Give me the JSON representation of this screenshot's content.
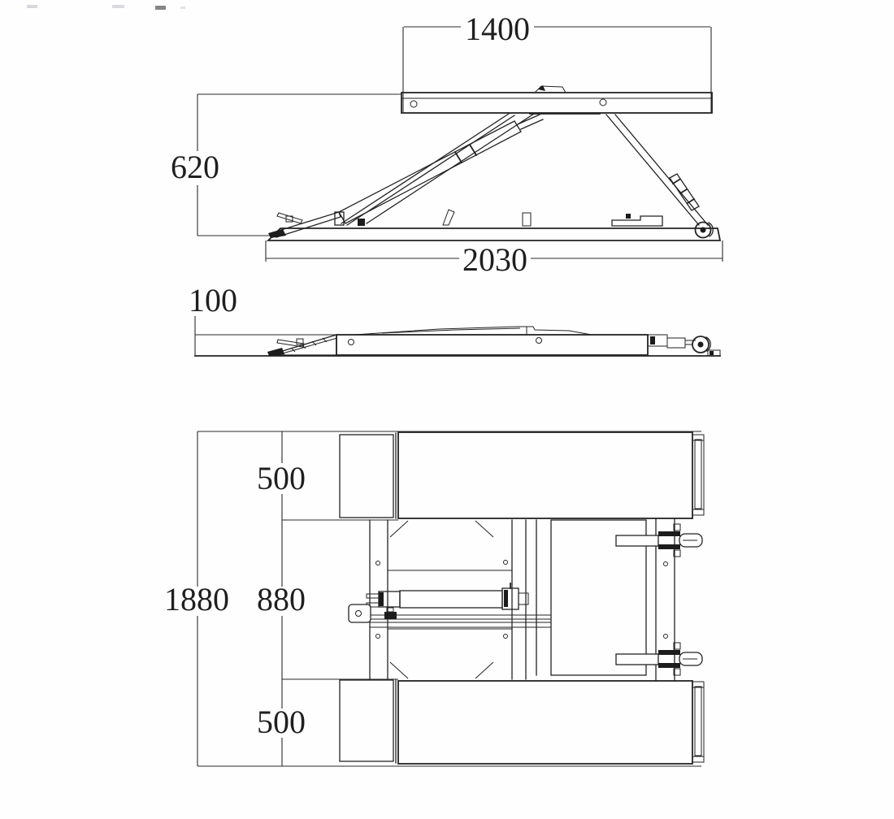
{
  "page": {
    "background": "#fefefe",
    "line_color": "#232323",
    "text_color": "#1f1f1f"
  },
  "views": {
    "side_raised": {
      "dims": {
        "platform_length": "1400",
        "raised_height": "620",
        "base_length": "2030"
      }
    },
    "side_lowered": {
      "dims": {
        "lowered_height": "100"
      }
    },
    "plan": {
      "dims": {
        "overall_width": "1880",
        "front_platform_width": "500",
        "center_width": "880",
        "rear_platform_width": "500"
      }
    }
  }
}
